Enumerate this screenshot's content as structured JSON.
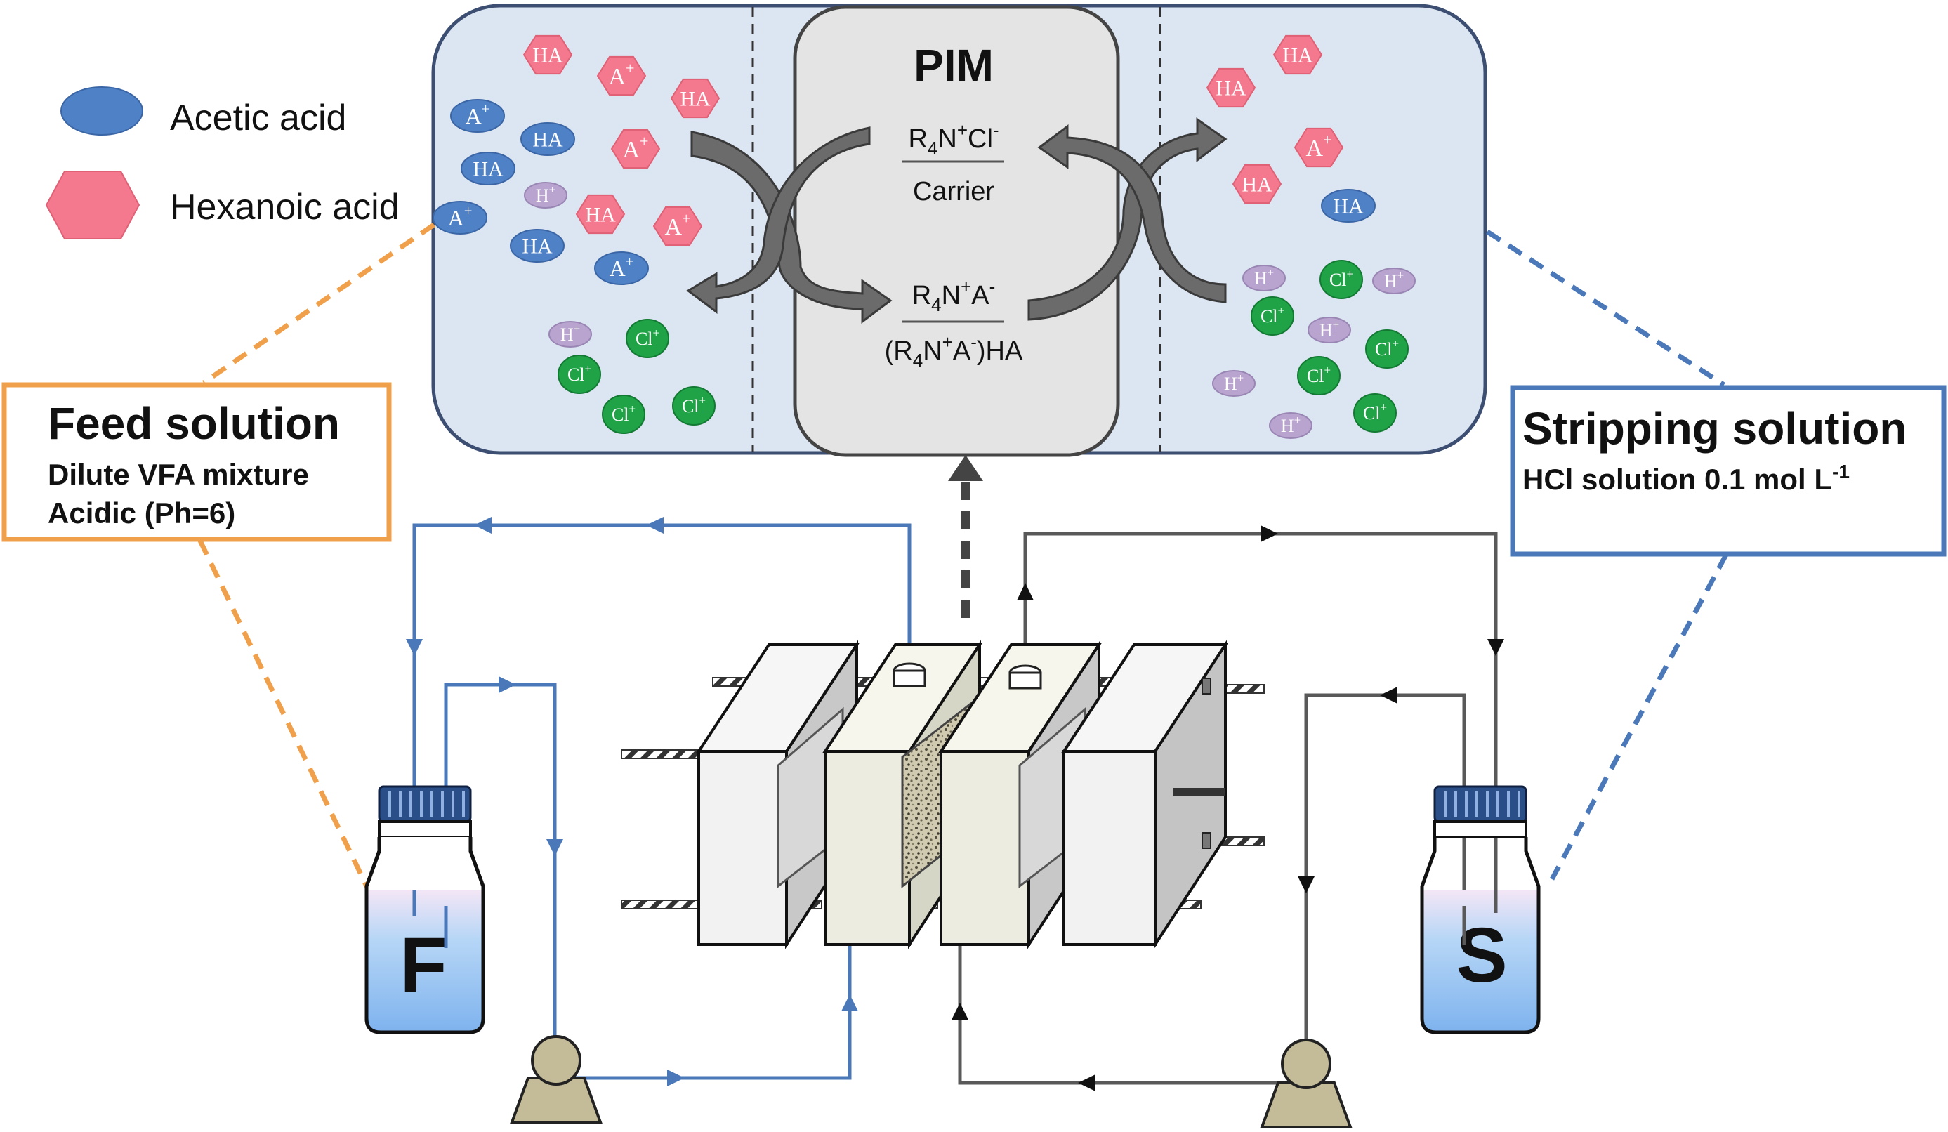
{
  "legend": {
    "acetic_label": "Acetic acid",
    "hexanoic_label": "Hexanoic acid"
  },
  "membrane": {
    "title": "PIM",
    "carrier_chloride": {
      "base": "R",
      "sub": "4",
      "rest": "N",
      "sup1": "+",
      "tail": "Cl",
      "sup2": "-"
    },
    "carrier_label": "Carrier",
    "carrier_acetate": {
      "base": "R",
      "sub": "4",
      "rest": "N",
      "sup1": "+",
      "tail": "A",
      "sup2": "-"
    },
    "complex": {
      "open": "(R",
      "sub": "4",
      "rest": "N",
      "sup1": "+",
      "tail": "A",
      "sup2": "-",
      "close": ")HA"
    }
  },
  "feed_box": {
    "title": "Feed solution",
    "line1": "Dilute VFA mixture",
    "line2": "Acidic (Ph=6)"
  },
  "strip_box": {
    "title": "Stripping solution",
    "line1_main": "HCl solution 0.1 mol L",
    "line1_sup": "-1"
  },
  "bottles": {
    "feed_letter": "F",
    "strip_letter": "S"
  },
  "species": {
    "ha": "HA",
    "a": "A",
    "h": "H",
    "cl": "Cl",
    "plus": "+"
  },
  "colors": {
    "chamber_fill": "#dce6f2",
    "chamber_stroke": "#3c4e72",
    "pim_fill": "#e4e4e4",
    "acetic": "#4f81c7",
    "hexanoic": "#f4798e",
    "proton": "#b9a4cf",
    "chloride": "#1fa346",
    "feed_accent": "#f0a04b",
    "strip_accent": "#4a78b8",
    "feed_line": "#4a78b8",
    "strip_line": "#595959",
    "pump": "#c4bb98"
  }
}
